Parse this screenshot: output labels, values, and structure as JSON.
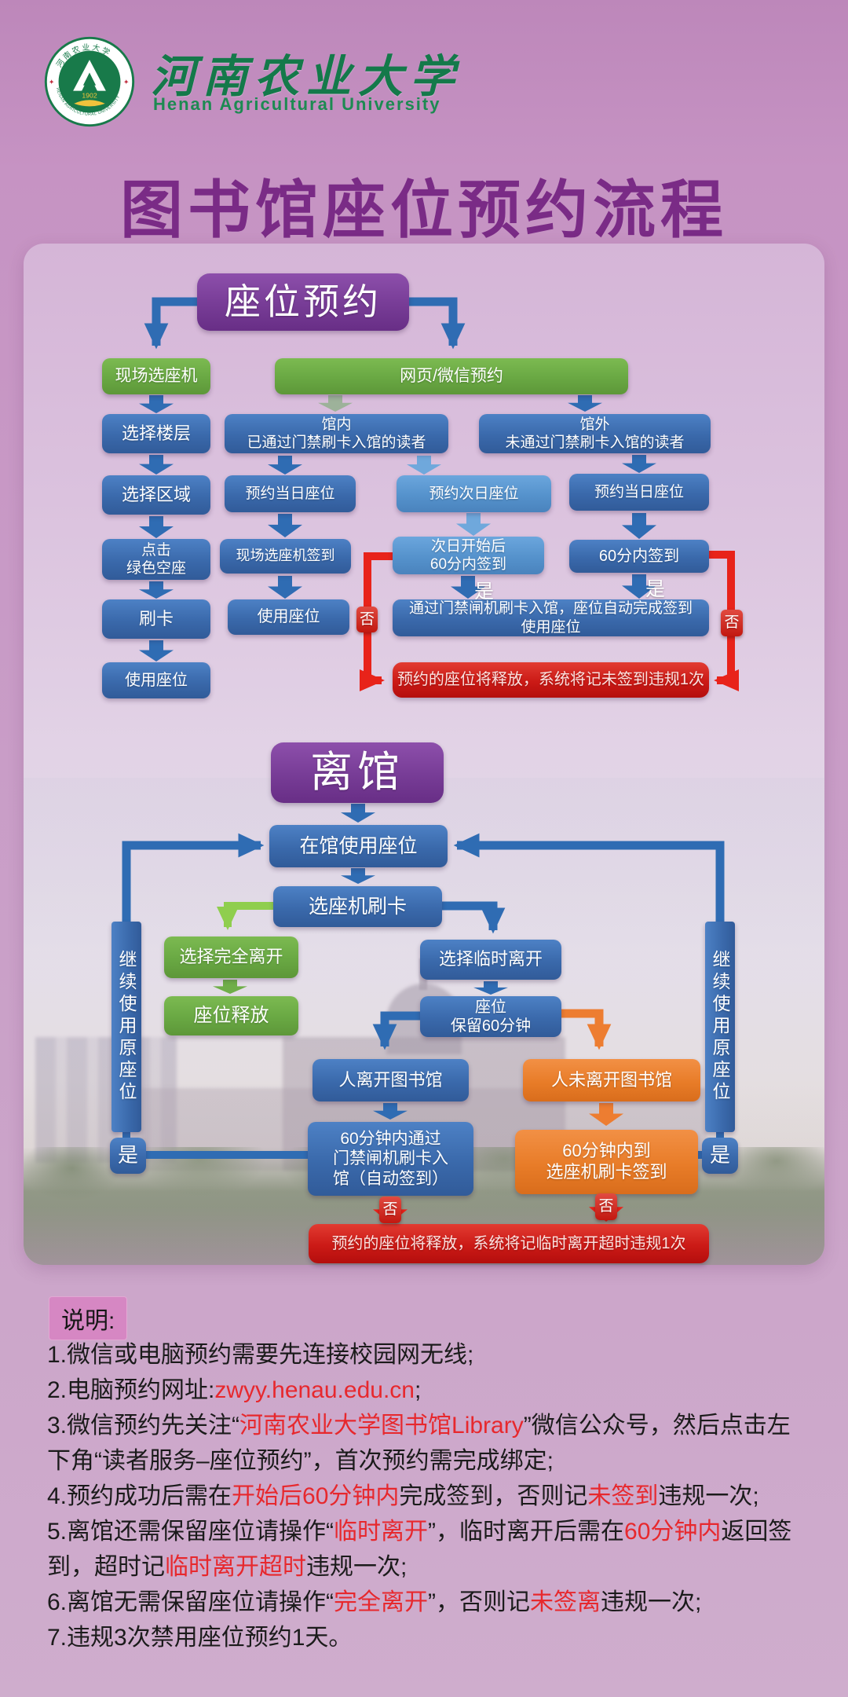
{
  "header": {
    "university_cn": "河南农业大学",
    "university_en": "Henan Agricultural University",
    "logo_year": "1902",
    "logo_ring_top": "河南农业大学",
    "logo_ring_bottom": "HENAN AGRICULTURAL UNIVERSITY",
    "title": "图书馆座位预约流程"
  },
  "flow1": {
    "root": "座位预约",
    "onsite": "现场选座机",
    "web": "网页/微信预约",
    "floor": "选择楼层",
    "in_hall": "馆内\n已通过门禁刷卡入馆的读者",
    "out_hall": "馆外\n未通过门禁刷卡入馆的读者",
    "area": "选择区域",
    "sameday_in": "预约当日座位",
    "nextday": "预约次日座位",
    "sameday_out": "预约当日座位",
    "click_green": "点击\n绿色空座",
    "onsite_checkin": "现场选座机签到",
    "nextday_checkin": "次日开始后\n60分内签到",
    "checkin_60": "60分内签到",
    "swipe": "刷卡",
    "use_seat_mid": "使用座位",
    "gate_auto_checkin": "通过门禁闸机刷卡入馆，座位自动完成签到\n使用座位",
    "use_seat_left": "使用座位",
    "release_warning": "预约的座位将释放，系统将记未签到违规1次",
    "yes": "是",
    "no": "否"
  },
  "flow2": {
    "root": "离馆",
    "use_in_hall": "在馆使用座位",
    "machine_swipe": "选座机刷卡",
    "full_leave": "选择完全离开",
    "temp_leave": "选择临时离开",
    "seat_release": "座位释放",
    "hold_60": "座位\n保留60分钟",
    "person_left": "人离开图书馆",
    "person_stay": "人未离开图书馆",
    "reenter_checkin": "60分钟内通过\n门禁闸机刷卡入\n馆（自动签到）",
    "machine_checkin": "60分钟内到\n选座机刷卡签到",
    "overtime_warning": "预约的座位将释放，系统将记临时离开超时违规1次",
    "continue_seat": "继续使用原座位",
    "yes": "是",
    "no": "否"
  },
  "notes": {
    "label": "说明:",
    "n1": "1.微信或电脑预约需要先连接校园网无线;",
    "n2a": "2.电脑预约网址:",
    "n2b": "zwyy.henau.edu.cn",
    "n2c": ";",
    "n3a": "3.微信预约先关注“",
    "n3b": "河南农业大学图书馆Library",
    "n3c": "”微信公众号，然后点击左下角“读者服务–座位预约”，首次预约需完成绑定;",
    "n4a": "4.预约成功后需在",
    "n4b": "开始后60分钟内",
    "n4c": "完成签到，否则记",
    "n4d": "未签到",
    "n4e": "违规一次;",
    "n5a": "5.离馆还需保留座位请操作“",
    "n5b": "临时离开",
    "n5c": "”，临时离开后需在",
    "n5d": "60分钟内",
    "n5e": "返回签到，超时记",
    "n5f": "临时离开超时",
    "n5g": "违规一次;",
    "n6a": "6.离馆无需保留座位请操作“",
    "n6b": "完全离开",
    "n6c": "”，否则记",
    "n6d": "未签离",
    "n6e": "违规一次;",
    "n7": "7.违规3次禁用座位预约1天。"
  },
  "colors": {
    "purple": "#7a3b97",
    "blue": "#3f6fb4",
    "light_blue": "#5b9bd5",
    "green": "#6fae49",
    "light_green": "#8fce4e",
    "orange": "#ed7d31",
    "red_box": "#c41414",
    "red_line": "#e8231a",
    "background_pink": "#c795c4",
    "title_purple": "#7a2b86",
    "note_red": "#e7282d"
  }
}
